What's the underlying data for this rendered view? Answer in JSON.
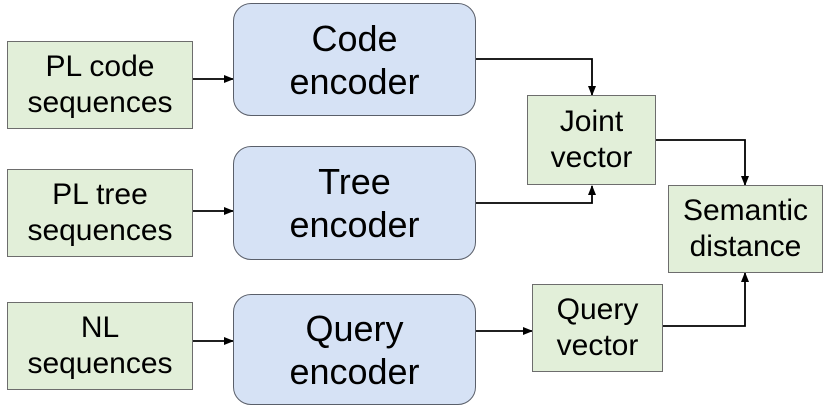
{
  "inputs": {
    "pl_code": "PL code\nsequences",
    "pl_tree": "PL tree\nsequences",
    "nl": "NL\nsequences"
  },
  "encoders": {
    "code": "Code\nencoder",
    "tree": "Tree\nencoder",
    "query": "Query\nencoder"
  },
  "vectors": {
    "joint": "Joint\nvector",
    "query": "Query\nvector"
  },
  "output": {
    "semantic_distance": "Semantic\ndistance"
  },
  "colors": {
    "input_fill": "#e2efd9",
    "encoder_fill": "#d6e2f5",
    "arrow": "#000000"
  }
}
